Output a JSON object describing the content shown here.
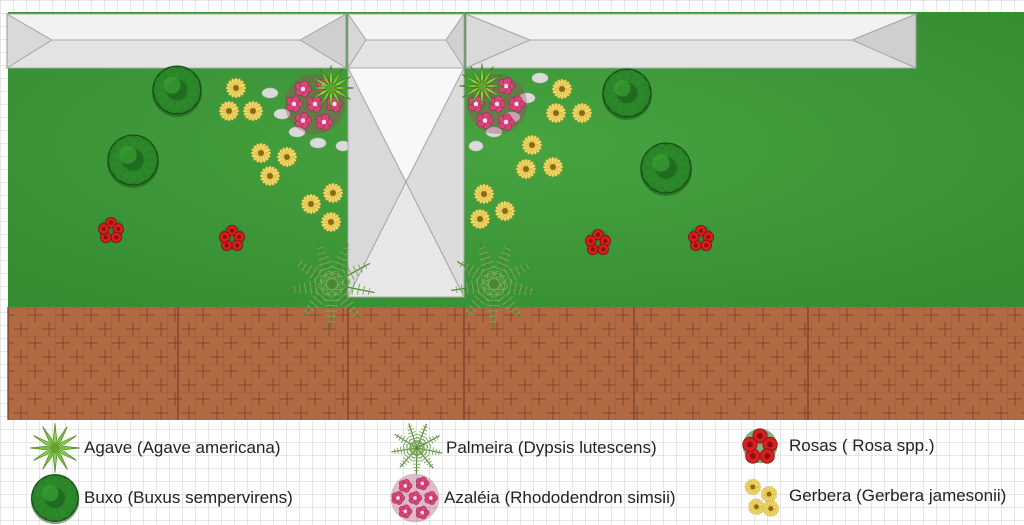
{
  "colors": {
    "lawn": "#3f9a3a",
    "lawn_dark": "#2f7f2c",
    "paving": "#b26a45",
    "paving_lines": "#8a4c2e",
    "roof": "#e6e6e6",
    "roof_edge": "#8c8c8c",
    "grid_line": "#cfcfcf",
    "agave": "#7cc63a",
    "buxo": "#1f6b1f",
    "palmeira": "#77a95a",
    "rosas": "#d62020",
    "azaleia": "#d8447a",
    "gerbera": "#f2d867",
    "stone": "#dadada"
  },
  "legend": [
    {
      "icon": "agave-icon",
      "label": "Agave (Agave americana)"
    },
    {
      "icon": "palm-icon",
      "label": "Palmeira (Dypsis lutescens)"
    },
    {
      "icon": "rose-icon",
      "label": "Rosas ( Rosa spp.)"
    },
    {
      "icon": "boxwood-icon",
      "label": "Buxo (Buxus sempervirens)"
    },
    {
      "icon": "azalea-icon",
      "label": "Azaléia (Rhododendron simsii)"
    },
    {
      "icon": "gerbera-icon",
      "label": "Gerbera (Gerbera jamesonii)"
    }
  ]
}
